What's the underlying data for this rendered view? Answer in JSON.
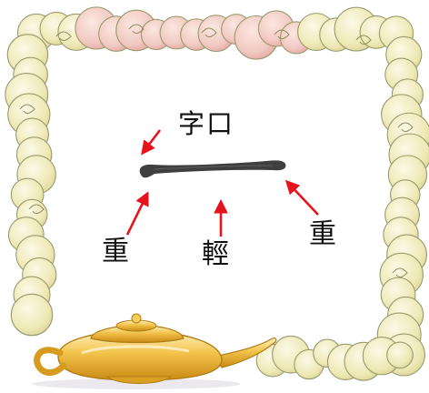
{
  "diagram": {
    "title_text": "字口",
    "labels": {
      "heavy_left": "重",
      "light_middle": "輕",
      "heavy_right": "重"
    },
    "stroke": "一",
    "colors": {
      "arrow": "#e8121c",
      "stroke": "#3f3f3f",
      "cloud_fill": "#f3efc2",
      "cloud_pink": "#f0c4bf",
      "cloud_outline": "#9a9a6e",
      "lamp": "#e6ad2a"
    },
    "icons": [
      "cloud-frame-icon",
      "magic-lamp-icon",
      "arrow-icon"
    ]
  }
}
